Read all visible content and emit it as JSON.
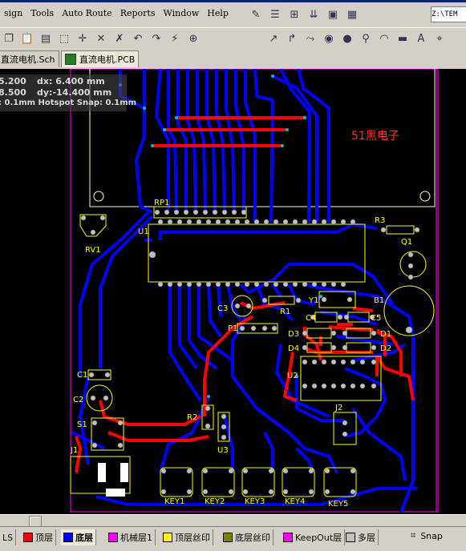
{
  "menubar": {
    "items": [
      "sign",
      "Tools",
      "Auto Route",
      "Reports",
      "Window",
      "Help"
    ],
    "path_value": "Z:\\TEM"
  },
  "tabs": [
    {
      "label": "直流电机.Sch"
    },
    {
      "label": "直流电机.PCB",
      "active": true
    }
  ],
  "coords": {
    "x": "5.200",
    "dx": "dx:  6.400  mm",
    "y": "8.500",
    "dy": "dy:-14.400  mm",
    "snap": ": 0.1mm Hotspot Snap: 0.1mm"
  },
  "board": {
    "watermark": "51黑电子",
    "components": {
      "rp1": "RP1",
      "u1": "U1",
      "r3": "R3",
      "q1": "Q1",
      "rv1": "RV1",
      "c3": "C3",
      "r1": "R1",
      "y1": "Y1",
      "b1": "B1",
      "c4": "C4",
      "c5": "C5",
      "p1": "P1",
      "d3": "D3",
      "d1": "D1",
      "d4": "D4",
      "d2": "D2",
      "u2": "U2",
      "c1": "C1",
      "c2": "C2",
      "s1": "S1",
      "r2": "R2",
      "j2": "J2",
      "u3": "U3",
      "j1": "J1",
      "key1": "KEY1",
      "key2": "KEY2",
      "key3": "KEY3",
      "key4": "KEY4",
      "key5": "KEY5"
    },
    "colors": {
      "top_layer": "#ff0000",
      "bottom_layer": "#0000ff",
      "overlay": "#ffff00",
      "pad": "#c0c0c0",
      "via": "#00c0c0",
      "outline": "#ff00ff"
    }
  },
  "layers": {
    "prefix": "LS",
    "items": [
      {
        "label": "顶层",
        "color": "#ff0000"
      },
      {
        "label": "底层",
        "color": "#0000ff",
        "active": true
      },
      {
        "label": "机械层1",
        "color": "#ff00ff"
      },
      {
        "label": "顶层丝印",
        "color": "#ffff00"
      },
      {
        "label": "底层丝印",
        "color": "#808000"
      },
      {
        "label": "KeepOut层",
        "color": "#ff00ff"
      },
      {
        "label": "多层",
        "color": "#c0c0c0"
      }
    ],
    "snap_label": "Snap"
  }
}
